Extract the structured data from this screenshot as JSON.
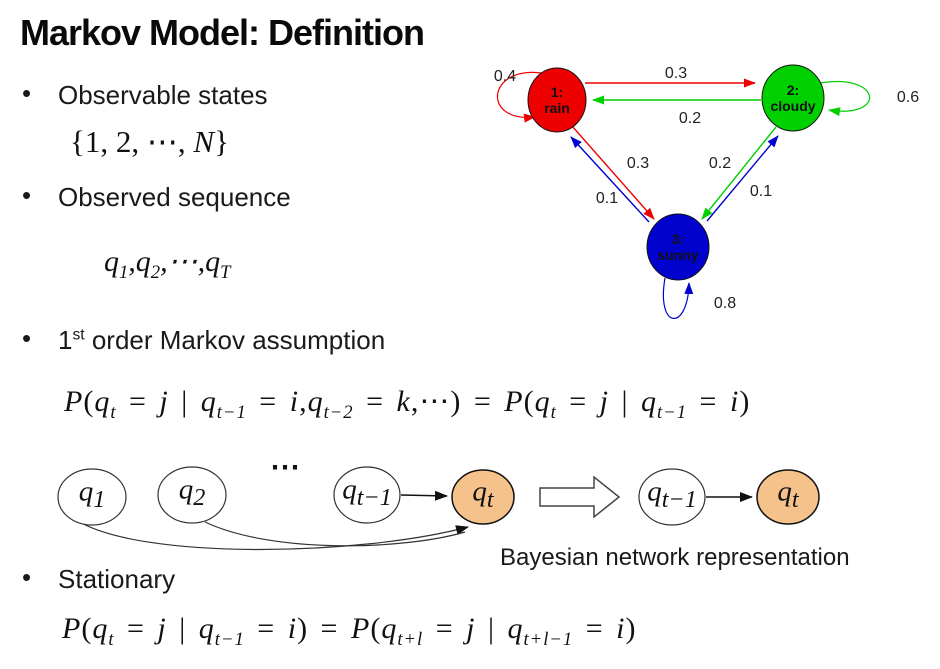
{
  "title": "Markov Model: Definition",
  "bullet_char": "•",
  "bullets": [
    {
      "label": "Observable states"
    },
    {
      "label": "Observed sequence"
    },
    {
      "pre": "1",
      "sup": "st",
      "post": " order Markov assumption"
    },
    {
      "label": "Stationary"
    }
  ],
  "math": {
    "states_set": {
      "tokens": [
        {
          "t": "{1, 2, ⋯, ",
          "u": 1
        },
        {
          "t": "N"
        },
        {
          "t": "}",
          "u": 1
        }
      ]
    },
    "sequence": {
      "tokens": [
        {
          "t": "q"
        },
        {
          "t": "1",
          "s": 1
        },
        {
          "t": ","
        },
        {
          "t": "q"
        },
        {
          "t": "2",
          "s": 1
        },
        {
          "t": ",⋯,"
        },
        {
          "t": "q"
        },
        {
          "t": "T",
          "s": 1
        }
      ]
    },
    "markov_assumption": {
      "tokens": [
        {
          "t": "P"
        },
        {
          "t": "(",
          "u": 1
        },
        {
          "t": "q"
        },
        {
          "t": "t",
          "s": 1
        },
        {
          "t": " = ",
          "u": 1
        },
        {
          "t": "j"
        },
        {
          "t": " | ",
          "u": 1
        },
        {
          "t": "q"
        },
        {
          "t": "t−1",
          "s": 1
        },
        {
          "t": " = ",
          "u": 1
        },
        {
          "t": "i"
        },
        {
          "t": ",",
          "u": 1
        },
        {
          "t": "q"
        },
        {
          "t": "t−2",
          "s": 1
        },
        {
          "t": " = ",
          "u": 1
        },
        {
          "t": "k"
        },
        {
          "t": ",⋯) = ",
          "u": 1
        },
        {
          "t": "P"
        },
        {
          "t": "(",
          "u": 1
        },
        {
          "t": "q"
        },
        {
          "t": "t",
          "s": 1
        },
        {
          "t": " = ",
          "u": 1
        },
        {
          "t": "j"
        },
        {
          "t": " | ",
          "u": 1
        },
        {
          "t": "q"
        },
        {
          "t": "t−1",
          "s": 1
        },
        {
          "t": " = ",
          "u": 1
        },
        {
          "t": "i"
        },
        {
          "t": ")",
          "u": 1
        }
      ]
    },
    "stationary": {
      "tokens": [
        {
          "t": "P"
        },
        {
          "t": "(",
          "u": 1
        },
        {
          "t": "q"
        },
        {
          "t": "t",
          "s": 1
        },
        {
          "t": " = ",
          "u": 1
        },
        {
          "t": "j"
        },
        {
          "t": " | ",
          "u": 1
        },
        {
          "t": "q"
        },
        {
          "t": "t−1",
          "s": 1
        },
        {
          "t": " = ",
          "u": 1
        },
        {
          "t": "i"
        },
        {
          "t": ") = ",
          "u": 1
        },
        {
          "t": "P"
        },
        {
          "t": "(",
          "u": 1
        },
        {
          "t": "q"
        },
        {
          "t": "t+l",
          "s": 1
        },
        {
          "t": " = ",
          "u": 1
        },
        {
          "t": "j"
        },
        {
          "t": " | ",
          "u": 1
        },
        {
          "t": "q"
        },
        {
          "t": "t+l−1",
          "s": 1
        },
        {
          "t": " = ",
          "u": 1
        },
        {
          "t": "i"
        },
        {
          "t": ")",
          "u": 1
        }
      ]
    }
  },
  "state_diagram": {
    "nodes": [
      {
        "id": "rain",
        "line1": "1:",
        "line2": "rain",
        "color": "#ee0000"
      },
      {
        "id": "cloudy",
        "line1": "2:",
        "line2": "cloudy",
        "color": "#00cf00"
      },
      {
        "id": "sunny",
        "line1": "3:",
        "line2": "sunny",
        "color": "#0202cf"
      }
    ],
    "edges": [
      {
        "from": "rain",
        "to": "rain",
        "label": "0.4",
        "color": "#ee0000"
      },
      {
        "from": "rain",
        "to": "cloudy",
        "label": "0.3",
        "color": "#ee0000"
      },
      {
        "from": "cloudy",
        "to": "rain",
        "label": "0.2",
        "color": "#00cf00"
      },
      {
        "from": "cloudy",
        "to": "cloudy",
        "label": "0.6",
        "color": "#00cf00"
      },
      {
        "from": "rain",
        "to": "sunny",
        "label": "0.3",
        "color": "#ee0000"
      },
      {
        "from": "cloudy",
        "to": "sunny",
        "label": "0.2",
        "color": "#00cf00"
      },
      {
        "from": "sunny",
        "to": "rain",
        "label": "0.1",
        "color": "#0202cf"
      },
      {
        "from": "sunny",
        "to": "cloudy",
        "label": "0.1",
        "color": "#0202cf"
      },
      {
        "from": "sunny",
        "to": "sunny",
        "label": "0.8",
        "color": "#0202cf"
      }
    ]
  },
  "bayes_chain": {
    "node_fill_plain": "#ffffff",
    "node_fill_current": "#f5c28b",
    "dots": "⋯",
    "caption": "Bayesian network representation",
    "nodes": [
      {
        "id": "q1",
        "tokens": [
          {
            "t": "q"
          },
          {
            "t": "1",
            "s": 1
          }
        ]
      },
      {
        "id": "q2",
        "tokens": [
          {
            "t": "q"
          },
          {
            "t": "2",
            "s": 1
          }
        ]
      },
      {
        "id": "qt-1",
        "tokens": [
          {
            "t": "q"
          },
          {
            "t": "t−1",
            "s": 1
          }
        ]
      },
      {
        "id": "qt",
        "tokens": [
          {
            "t": "q"
          },
          {
            "t": "t",
            "s": 1
          }
        ]
      },
      {
        "id": "qt-1-b",
        "tokens": [
          {
            "t": "q"
          },
          {
            "t": "t−1",
            "s": 1
          }
        ]
      },
      {
        "id": "qt-b",
        "tokens": [
          {
            "t": "q"
          },
          {
            "t": "t",
            "s": 1
          }
        ]
      }
    ]
  }
}
